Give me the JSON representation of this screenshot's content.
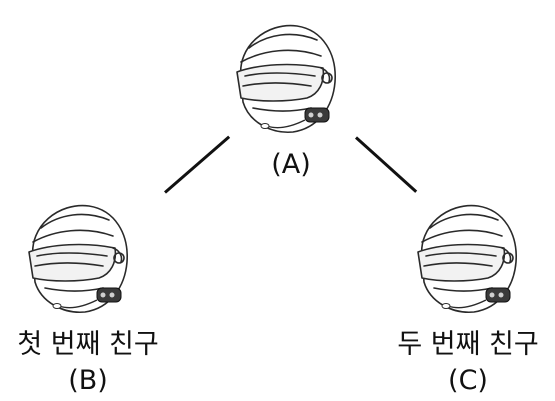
{
  "nodes": [
    {
      "id": "A",
      "letter_label": "(A)",
      "name_label": ""
    },
    {
      "id": "B",
      "letter_label": "(B)",
      "name_label": "첫 번째 친구"
    },
    {
      "id": "C",
      "letter_label": "(C)",
      "name_label": "두 번째 친구"
    }
  ],
  "colors": {
    "line": "#111111",
    "helmet_stroke": "#2a2a2a",
    "helmet_fill": "#ffffff",
    "visor_fill": "#f2f2f2",
    "device_fill": "#3a3a3a"
  },
  "icons": {
    "helmet": "helmet-with-headset-icon"
  }
}
